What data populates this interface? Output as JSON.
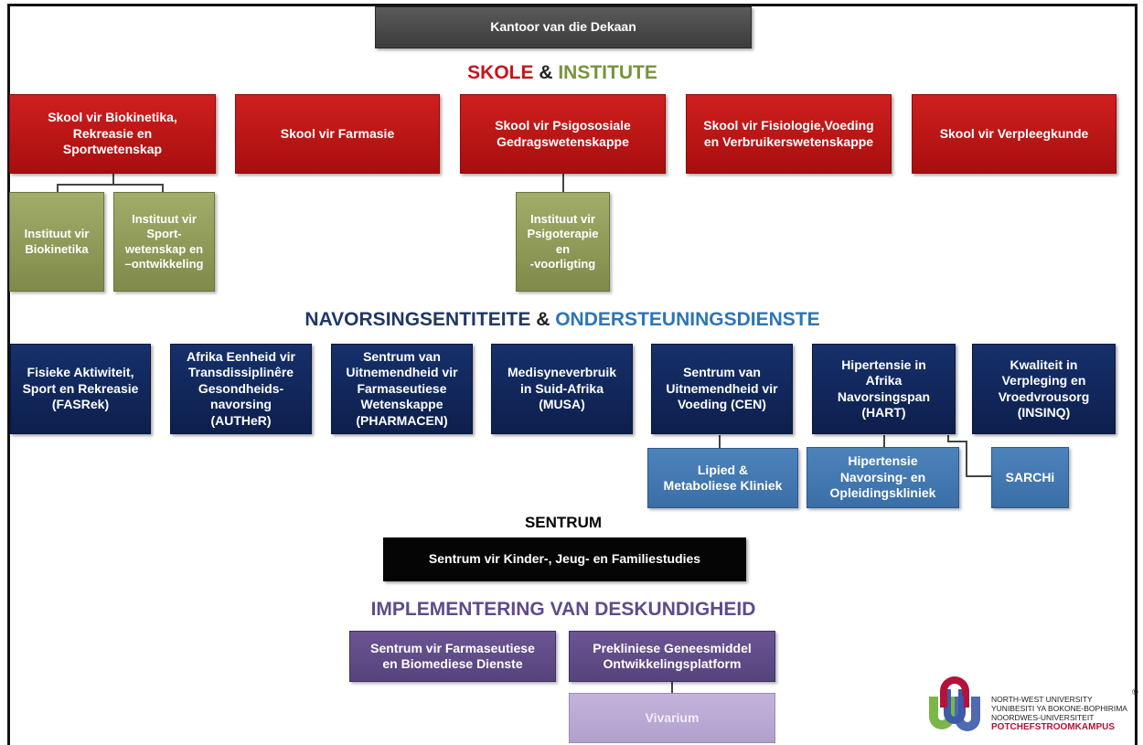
{
  "colors": {
    "red_heading": "#c4161c",
    "green_heading": "#77933c",
    "navy_heading": "#1f3864",
    "blue_heading": "#2e75b6",
    "purple_heading": "#5f4b8b"
  },
  "top": {
    "dean_office": "Kantoor van die Dekaan"
  },
  "schools_heading": {
    "part1": "SKOLE",
    "amp": " & ",
    "part2": "INSTITUTE"
  },
  "schools": [
    "Skool vir Biokinetika,\nRekreasie en\nSportwetenskap",
    "Skool vir Farmasie",
    "Skool vir Psigososiale\nGedragswetenskappe",
    "Skool vir Fisiologie,Voeding\nen Verbruikerswetenskappe",
    "Skool vir Verpleegkunde"
  ],
  "institutes": [
    "Instituut vir\nBiokinetika",
    "Instituut vir\nSport-\nwetenskap en\n–ontwikkeling",
    "Instituut vir\nPsigoterapie\nen\n-voorligting"
  ],
  "research_heading": {
    "part1": "NAVORSINGSENTITEITE",
    "amp": " & ",
    "part2": "ONDERSTEUNINGSDIENSTE"
  },
  "research_entities": [
    "Fisieke Aktiwiteit,\nSport en Rekreasie\n(FASRek)",
    "Afrika Eenheid vir\nTransdissiplinêre\nGesondheids-\nnavorsing\n(AUTHeR)",
    "Sentrum van\nUitnemendheid vir\nFarmaseutiese\nWetenskappe\n(PHARMACEN)",
    "Medisyneverbruik\nin Suid-Afrika\n(MUSA)",
    "Sentrum van\nUitnemendheid vir\nVoeding (CEN)",
    "Hipertensie in\nAfrika\nNavorsingspan\n(HART)",
    "Kwaliteit in\nVerpleging en\nVroedvrousorg\n(INSINQ)"
  ],
  "support_services": [
    "Lipied &\nMetaboliese Kliniek",
    "Hipertensie\nNavorsing- en\nOpleidingskliniek",
    "SARCHi"
  ],
  "centre_heading": "SENTRUM",
  "centre": "Sentrum vir Kinder-, Jeug- en Familiestudies",
  "expertise_heading": "IMPLEMENTERING VAN DESKUNDIGHEID",
  "expertise": [
    "Sentrum vir Farmaseutiese\nen Biomediese Dienste",
    "Prekliniese Geneesmiddel\nOntwikkelingsplatform",
    "Vivarium"
  ],
  "logo": {
    "line1": "NORTH-WEST UNIVERSITY",
    "line2": "YUNIBESITI YA BOKONE-BOPHIRIMA",
    "line3": "NOORDWES-UNIVERSITEIT",
    "line4": "POTCHEFSTROOMKAMPUS",
    "registered": "®"
  }
}
